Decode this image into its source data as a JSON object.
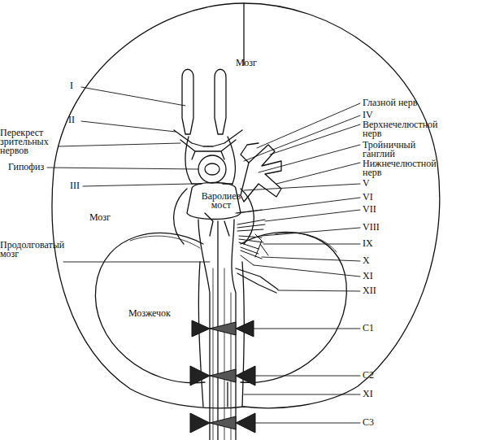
{
  "diagram": {
    "labels": [
      "I",
      "II",
      "Перекрест зрительных нервов",
      "Гипофиз",
      "III",
      "Мозг",
      "Мозг",
      "Варолиев мост",
      "Продолговатый мозг",
      "Мозжечок",
      "Глазной нерв",
      "IV",
      "Верхнечелюстной нерв",
      "Тройничный ганглий",
      "Нижнечелюстной нерв",
      "V",
      "VI",
      "VII",
      "VIII",
      "IX",
      "X",
      "XI",
      "XII",
      "C1",
      "C2",
      "XI",
      "C3"
    ]
  }
}
